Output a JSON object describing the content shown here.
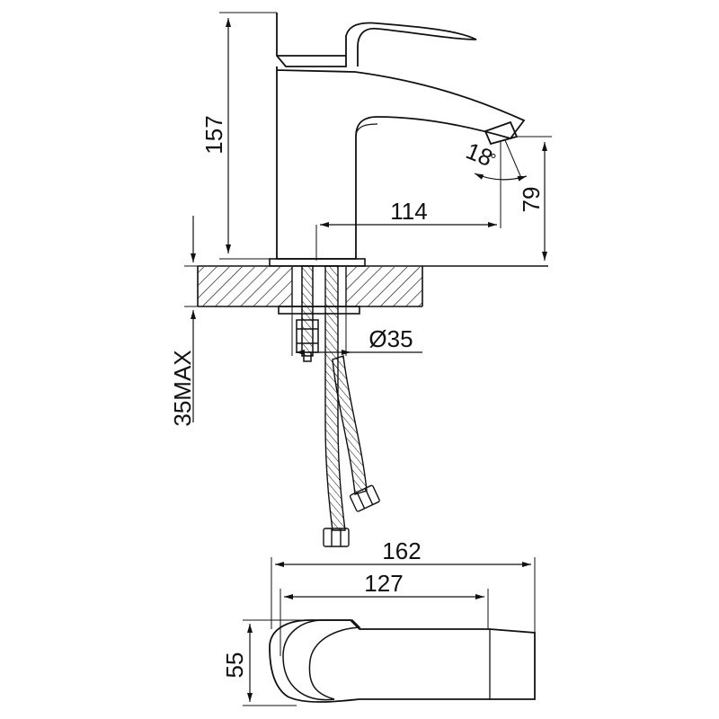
{
  "dimensions": {
    "height_total": "157",
    "spout_reach": "114",
    "outlet_height": "79",
    "spout_angle": "18",
    "degree_symbol": "°",
    "hole_diameter": "Ø35",
    "deck_thickness": "35MAX",
    "overall_length": "162",
    "body_length": "127",
    "body_width": "55"
  },
  "colors": {
    "line": "#111111",
    "background": "#ffffff"
  }
}
